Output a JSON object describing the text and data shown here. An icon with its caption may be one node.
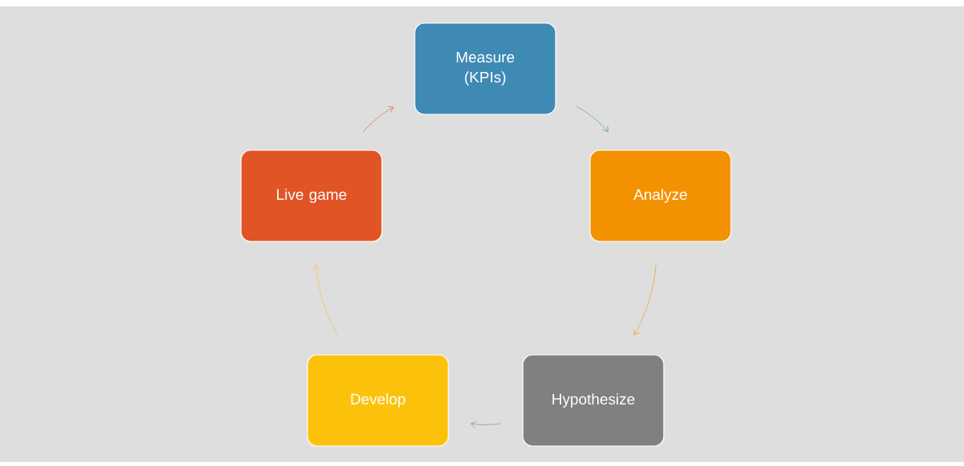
{
  "diagram": {
    "nodes": [
      {
        "text": [
          "Measure (KPIs)"
        ]
      },
      {
        "text": [
          "Analyze"
        ]
      },
      {
        "text": [
          "Hypothesize"
        ]
      },
      {
        "text": [
          "Develop"
        ]
      },
      {
        "text": [
          "Live game"
        ]
      }
    ],
    "edges": [
      {
        "from": 0,
        "to": 1,
        "arrow": "to",
        "color": "#3f8ab5"
      },
      {
        "from": 1,
        "to": 2,
        "arrow": "to",
        "color": "#f39200"
      },
      {
        "from": 2,
        "to": 3,
        "arrow": "to",
        "color": "#808080"
      },
      {
        "from": 3,
        "to": 4,
        "arrow": "to",
        "color": "#fcc20b"
      },
      {
        "from": 4,
        "to": 0,
        "arrow": "to",
        "color": "#e05426"
      }
    ]
  }
}
